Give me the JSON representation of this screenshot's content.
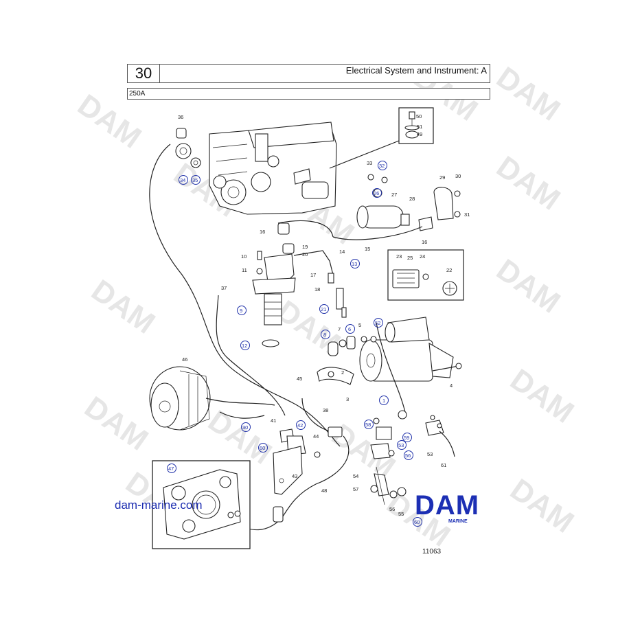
{
  "header": {
    "section_number": "30",
    "title": "Electrical System and Instrument: A",
    "model": "250A"
  },
  "watermark": {
    "text": "DAM"
  },
  "footer": {
    "website": "dam-marine.com",
    "diagram_number": "11063",
    "logo_text": "DAM",
    "logo_subtext": "MARINE",
    "logo_color": "#1c2fb4"
  },
  "callouts": {
    "circled": [
      "34",
      "35",
      "32",
      "26",
      "13",
      "21",
      "12",
      "8",
      "6",
      "52",
      "1",
      "30",
      "42",
      "60",
      "58",
      "59",
      "53",
      "56",
      "47",
      "60",
      "9"
    ],
    "plain": [
      "36",
      "33",
      "50",
      "51",
      "49",
      "29",
      "30",
      "27",
      "28",
      "31",
      "16",
      "19",
      "20",
      "14",
      "15",
      "10",
      "11",
      "17",
      "18",
      "23",
      "25",
      "24",
      "22",
      "37",
      "7",
      "5",
      "2",
      "3",
      "4",
      "46",
      "45",
      "38",
      "41",
      "44",
      "43",
      "48",
      "54",
      "57",
      "55",
      "61",
      "16"
    ]
  }
}
